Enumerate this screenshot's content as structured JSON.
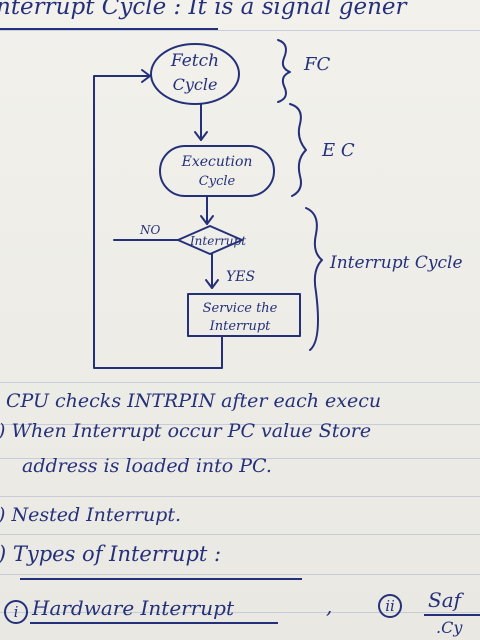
{
  "heading": {
    "text": "nterrupt Cycle : It is a signal gener"
  },
  "flowchart": {
    "fetch_line1": "Fetch",
    "fetch_line2": "Cycle",
    "execution_line1": "Execution",
    "execution_line2": "Cycle",
    "decision": "Interrupt",
    "no_label": "NO",
    "yes_label": "YES",
    "service_line1": "Service the",
    "service_line2": "Interrupt",
    "fc_label": "FC",
    "ec_label": "E C",
    "interrupt_cycle_label": "Interrupt Cycle"
  },
  "notes": {
    "line1": "CPU checks INTRPIN after each execu",
    "line2": ") When Interrupt occur   PC value Store",
    "line3": "address is loaded into PC.",
    "line4": ") Nested Interrupt.",
    "line5": ") Types of Interrupt :",
    "line6_num": "i",
    "line6_text": "Hardware Interrupt",
    "line6_sep": ",",
    "line6_num2": "ii",
    "line6_text2": "Saf",
    "line7": ".Cy"
  }
}
